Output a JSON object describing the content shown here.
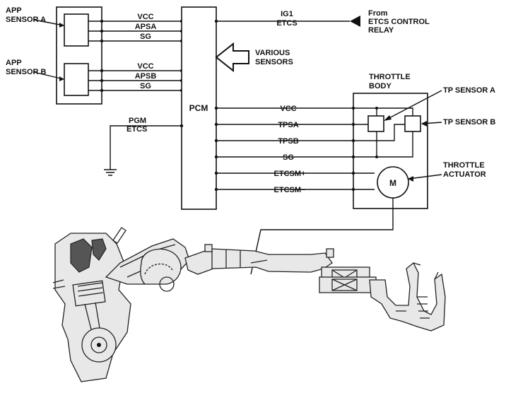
{
  "app_sensors": {
    "a_line1": "APP",
    "a_line2": "SENSOR A",
    "b_line1": "APP",
    "b_line2": "SENSOR B"
  },
  "app_a_wires": [
    "VCC",
    "APSA",
    "SG"
  ],
  "app_b_wires": [
    "VCC",
    "APSB",
    "SG"
  ],
  "pcm": {
    "label": "PCM",
    "pgm_line1": "PGM",
    "pgm_line2": "ETCS"
  },
  "ig1": {
    "line1": "IG1",
    "line2": "ETCS",
    "from_line1": "From",
    "from_line2": "ETCS CONTROL",
    "from_line3": "RELAY"
  },
  "various": {
    "line1": "VARIOUS",
    "line2": "SENSORS"
  },
  "throttle_body": {
    "line1": "THROTTLE",
    "line2": "BODY",
    "tp_a": "TP SENSOR A",
    "tp_b": "TP SENSOR B",
    "actuator_line1": "THROTTLE",
    "actuator_line2": "ACTUATOR",
    "motor": "M"
  },
  "throttle_wires": [
    "VCC",
    "TPSA",
    "TPSB",
    "SG",
    "ETCSM+",
    "ETCSM−"
  ]
}
